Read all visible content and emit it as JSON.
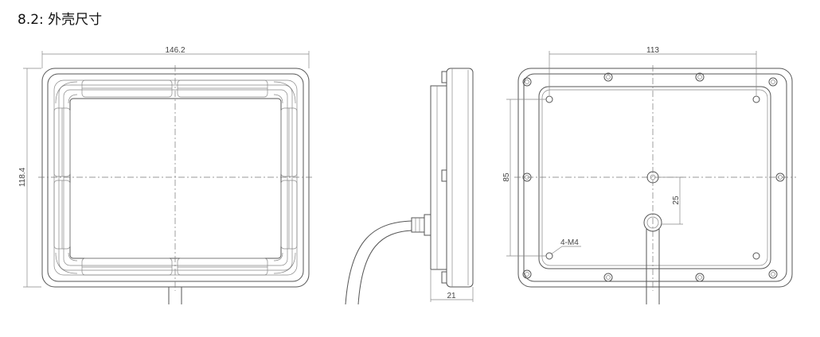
{
  "section_heading": "8.2: 外壳尺寸",
  "front_view": {
    "width_dim": "146.2",
    "height_dim": "118.4"
  },
  "side_view": {
    "depth_dim": "21"
  },
  "back_view": {
    "hole_spacing_width": "113",
    "hole_spacing_height": "85",
    "center_offset": "25",
    "thread_callout": "4-M4"
  }
}
